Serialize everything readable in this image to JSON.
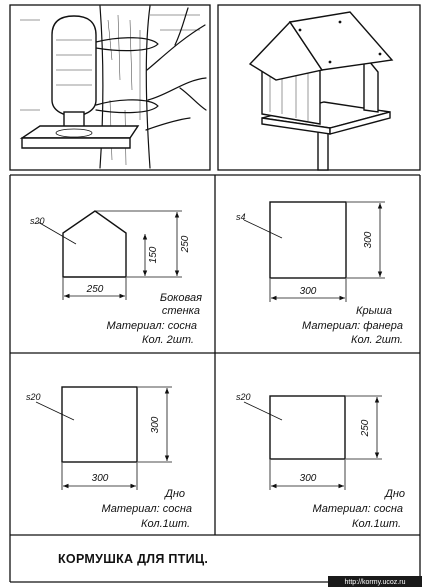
{
  "title": "КОРМУШКА ДЛЯ ПТИЦ.",
  "watermark": "http://kormy.ucoz.ru",
  "icons": {
    "bottle_feeder": "bottle-feeder-illustration-icon",
    "house_feeder": "house-feeder-illustration-icon"
  },
  "parts": [
    {
      "id": "side-wall",
      "thickness_mark": "s20",
      "width_dim": "250",
      "height_dim": "250",
      "inner_dim": "150",
      "name_lines": [
        "Боковая",
        "стенка"
      ],
      "material": "Материал: сосна",
      "quantity": "Кол. 2шт."
    },
    {
      "id": "roof",
      "thickness_mark": "s4",
      "width_dim": "300",
      "height_dim": "300",
      "name_lines": [
        "Крыша"
      ],
      "material": "Материал: фанера",
      "quantity": "Кол. 2шт."
    },
    {
      "id": "bottom-1",
      "thickness_mark": "s20",
      "width_dim": "300",
      "height_dim": "300",
      "name_lines": [
        "Дно"
      ],
      "material": "Материал: сосна",
      "quantity": "Кол.1шт."
    },
    {
      "id": "bottom-2",
      "thickness_mark": "s20",
      "width_dim": "300",
      "height_dim": "250",
      "name_lines": [
        "Дно"
      ],
      "material": "Материал: сосна",
      "quantity": "Кол.1шт."
    }
  ]
}
